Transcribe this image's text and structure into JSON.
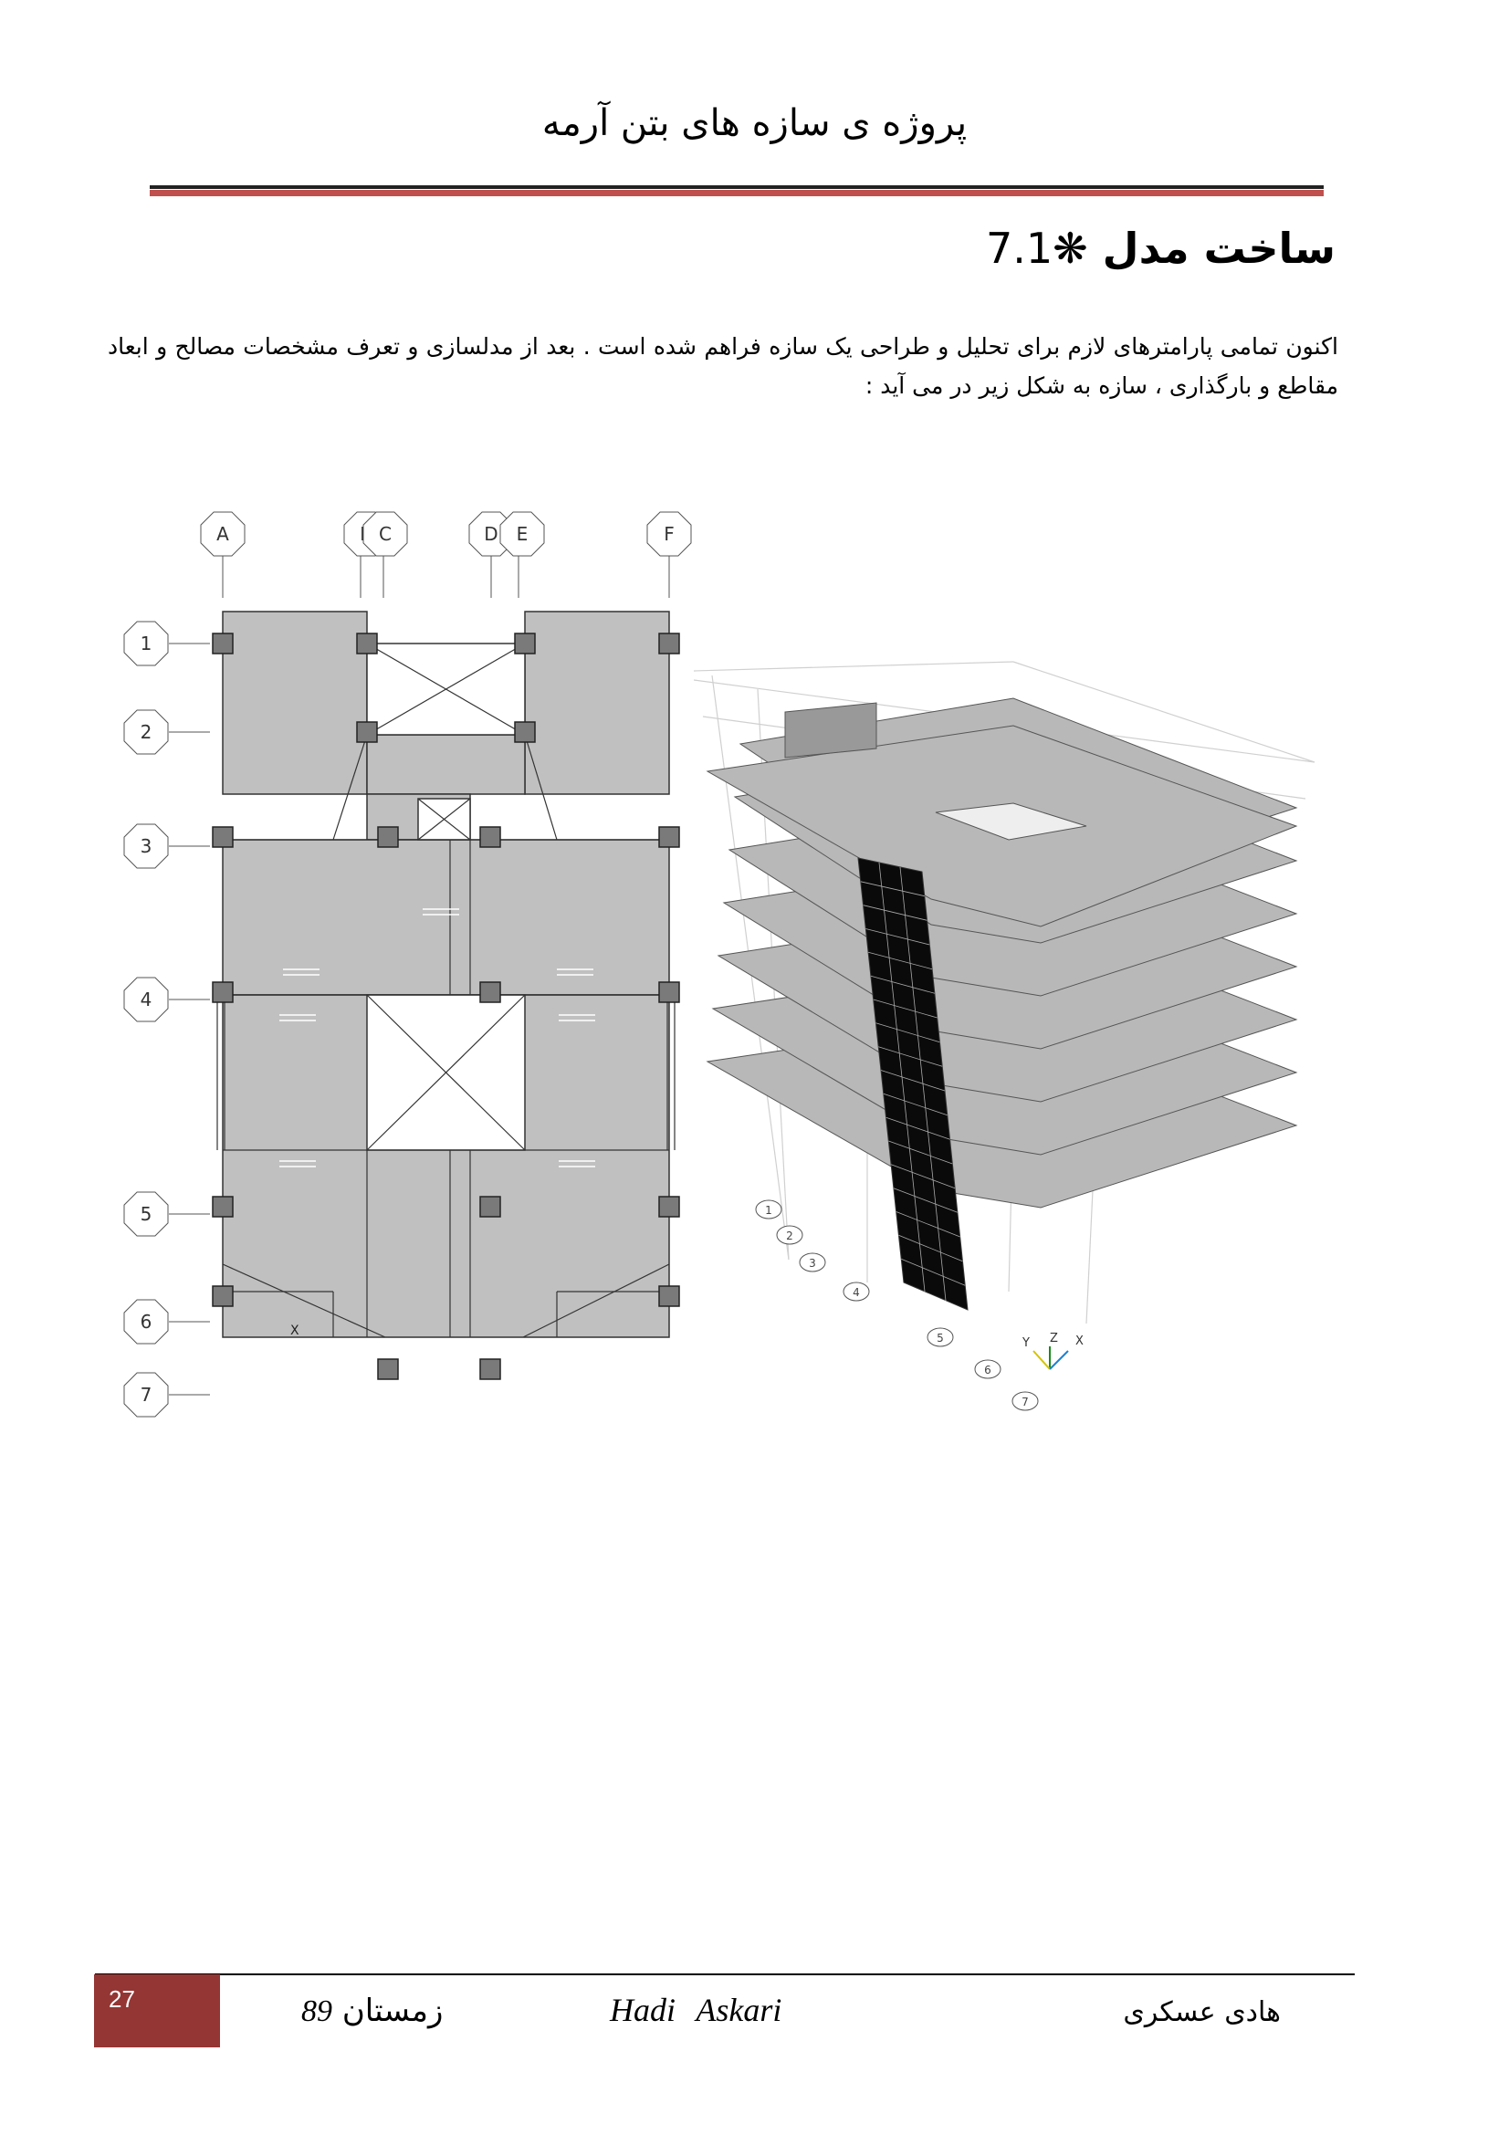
{
  "header": {
    "title": "پروژه ی سازه های بتن آرمه"
  },
  "section": {
    "number": "7.1",
    "symbol": "❋",
    "title": "ساخت مدل"
  },
  "body": {
    "paragraph": "اکنون تمامی پارامترهای لازم برای تحلیل و طراحی یک سازه فراهم شده است . بعد از مدلسازی و تعرف مشخصات مصالح و ابعاد مقاطع و بارگذاری ، سازه  به شکل زیر در می آید :"
  },
  "plan": {
    "grid_columns": [
      "A",
      "B",
      "C",
      "D",
      "E",
      "F"
    ],
    "grid_rows": [
      "1",
      "2",
      "3",
      "4",
      "5",
      "6",
      "7"
    ],
    "axis_label": "X",
    "colors": {
      "slab": "#c0c0c0",
      "opening": "#ffffff",
      "column": "#7a7a7a",
      "line": "#333333"
    }
  },
  "model3d": {
    "axis_labels": [
      "Y",
      "Z",
      "X"
    ],
    "grid_row_labels": [
      "7",
      "6",
      "5",
      "4",
      "3",
      "2",
      "1"
    ],
    "colors": {
      "slab": "#b8b8b8",
      "shear_wall": "#0a0a0a",
      "frame": "#d0d0d0"
    }
  },
  "footer": {
    "page_number": "27",
    "season": "زمستان",
    "year": "89",
    "author_en": "Hadi  Askari",
    "author_fa": "هادی عسکری"
  }
}
